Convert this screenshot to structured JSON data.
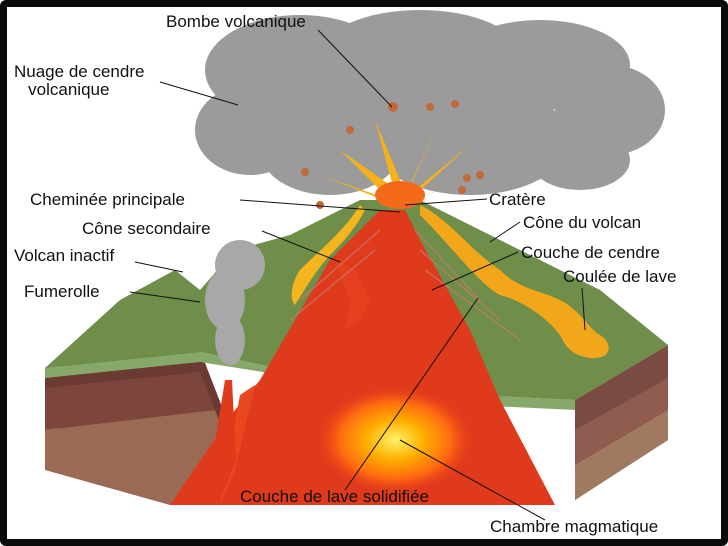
{
  "labels": {
    "bombe": "Bombe volcanique",
    "nuage": "Nuage de cendre\n   volcanique",
    "cheminee": "Cheminée principale",
    "cone_secondaire": "Cône secondaire",
    "volcan_inactif": "Volcan inactif",
    "fumerolle": "Fumerolle",
    "cratere": "Cratère",
    "cone_volcan": "Cône du volcan",
    "couche_cendre": "Couche de cendre",
    "coulee_lave": "Coulée de lave",
    "couche_lave_solidifiee": "Couche de lave solidifiée",
    "chambre_magmatique": "Chambre magmatique"
  },
  "colors": {
    "ash_cloud": "#9a9a9a",
    "grass": "#6f8f4c",
    "lava": "#e23a1c",
    "lava_flow": "#f5b51c",
    "soil": "#7a4a3a",
    "sky": "#ffffff"
  }
}
